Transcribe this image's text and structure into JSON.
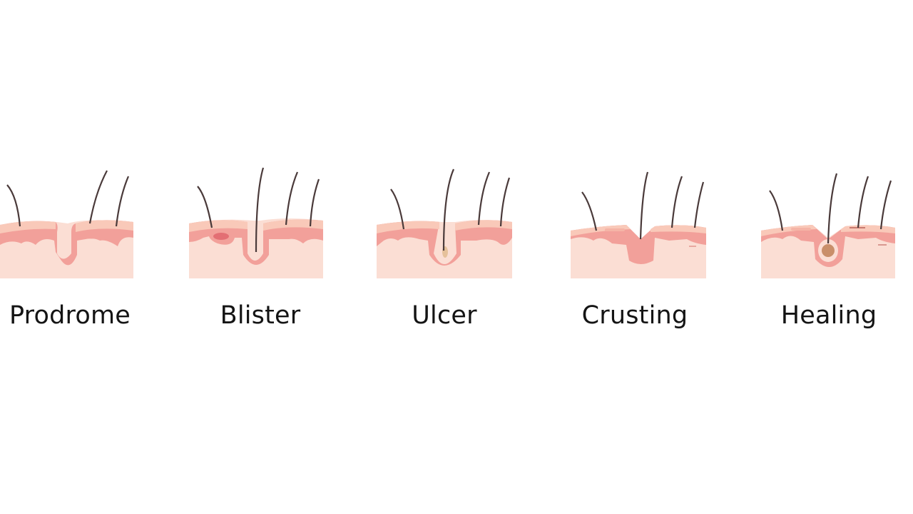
{
  "diagram": {
    "title": "",
    "colors": {
      "background": "#ffffff",
      "epidermis_top": "#f9c9b9",
      "epidermis_mid": "#f2a09a",
      "dermis": "#fbded4",
      "hair": "#4a3a3a",
      "label_text": "#141414",
      "crust": "#c98f6a",
      "fluid": "#e9b9a0"
    },
    "stages": [
      {
        "id": "prodrome",
        "label": "Prodrome",
        "icon": "skin-cross-section-intact"
      },
      {
        "id": "blister",
        "label": "Blister",
        "icon": "skin-cross-section-blister"
      },
      {
        "id": "ulcer",
        "label": "Ulcer",
        "icon": "skin-cross-section-ulcer"
      },
      {
        "id": "crusting",
        "label": "Crusting",
        "icon": "skin-cross-section-crust"
      },
      {
        "id": "healing",
        "label": "Healing",
        "icon": "skin-cross-section-healing"
      }
    ]
  }
}
